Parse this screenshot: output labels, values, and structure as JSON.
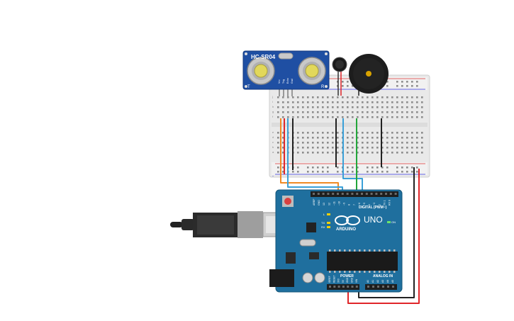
{
  "workspace": {
    "background": "#ffffff"
  },
  "sensor": {
    "model": "HC-SR04",
    "left_mark": "T",
    "right_mark": "R",
    "pins": [
      "Vcc",
      "Trig",
      "Echo",
      "Gnd"
    ]
  },
  "arduino": {
    "brand": "ARDUINO",
    "model": "UNO",
    "digital_header_label": "DIGITAL (PWM~)",
    "power_label": "POWER",
    "analog_label": "ANALOG IN",
    "led_labels": [
      "L",
      "TX",
      "RX"
    ],
    "on_label": "ON",
    "analog_pins": [
      "A0",
      "A1",
      "A2",
      "A3",
      "A4",
      "A5"
    ],
    "power_pins": [
      "IOREF",
      "RESET",
      "3V3",
      "5V",
      "GND",
      "GND",
      "VIN"
    ],
    "digital_pins": [
      "AREF",
      "GND",
      "13",
      "12",
      "~11",
      "~10",
      "~9",
      "8",
      "7",
      "~6",
      "~5",
      "4",
      "~3",
      "2",
      "TX 1",
      "RX 0"
    ]
  },
  "breadboard": {
    "row_letters_top": [
      "j",
      "i",
      "h",
      "g",
      "f"
    ],
    "row_letters_bottom": [
      "e",
      "d",
      "c",
      "b",
      "a"
    ],
    "rail_marks": [
      "+",
      "-"
    ]
  },
  "wires": {
    "orange": "#f08a24",
    "red": "#e0262a",
    "light_blue": "#3aa0d8",
    "black": "#222222",
    "green": "#22a63a"
  },
  "components": {
    "buzzer": "piezo-buzzer",
    "motor": "vibration-motor",
    "usb": "usb-cable"
  }
}
